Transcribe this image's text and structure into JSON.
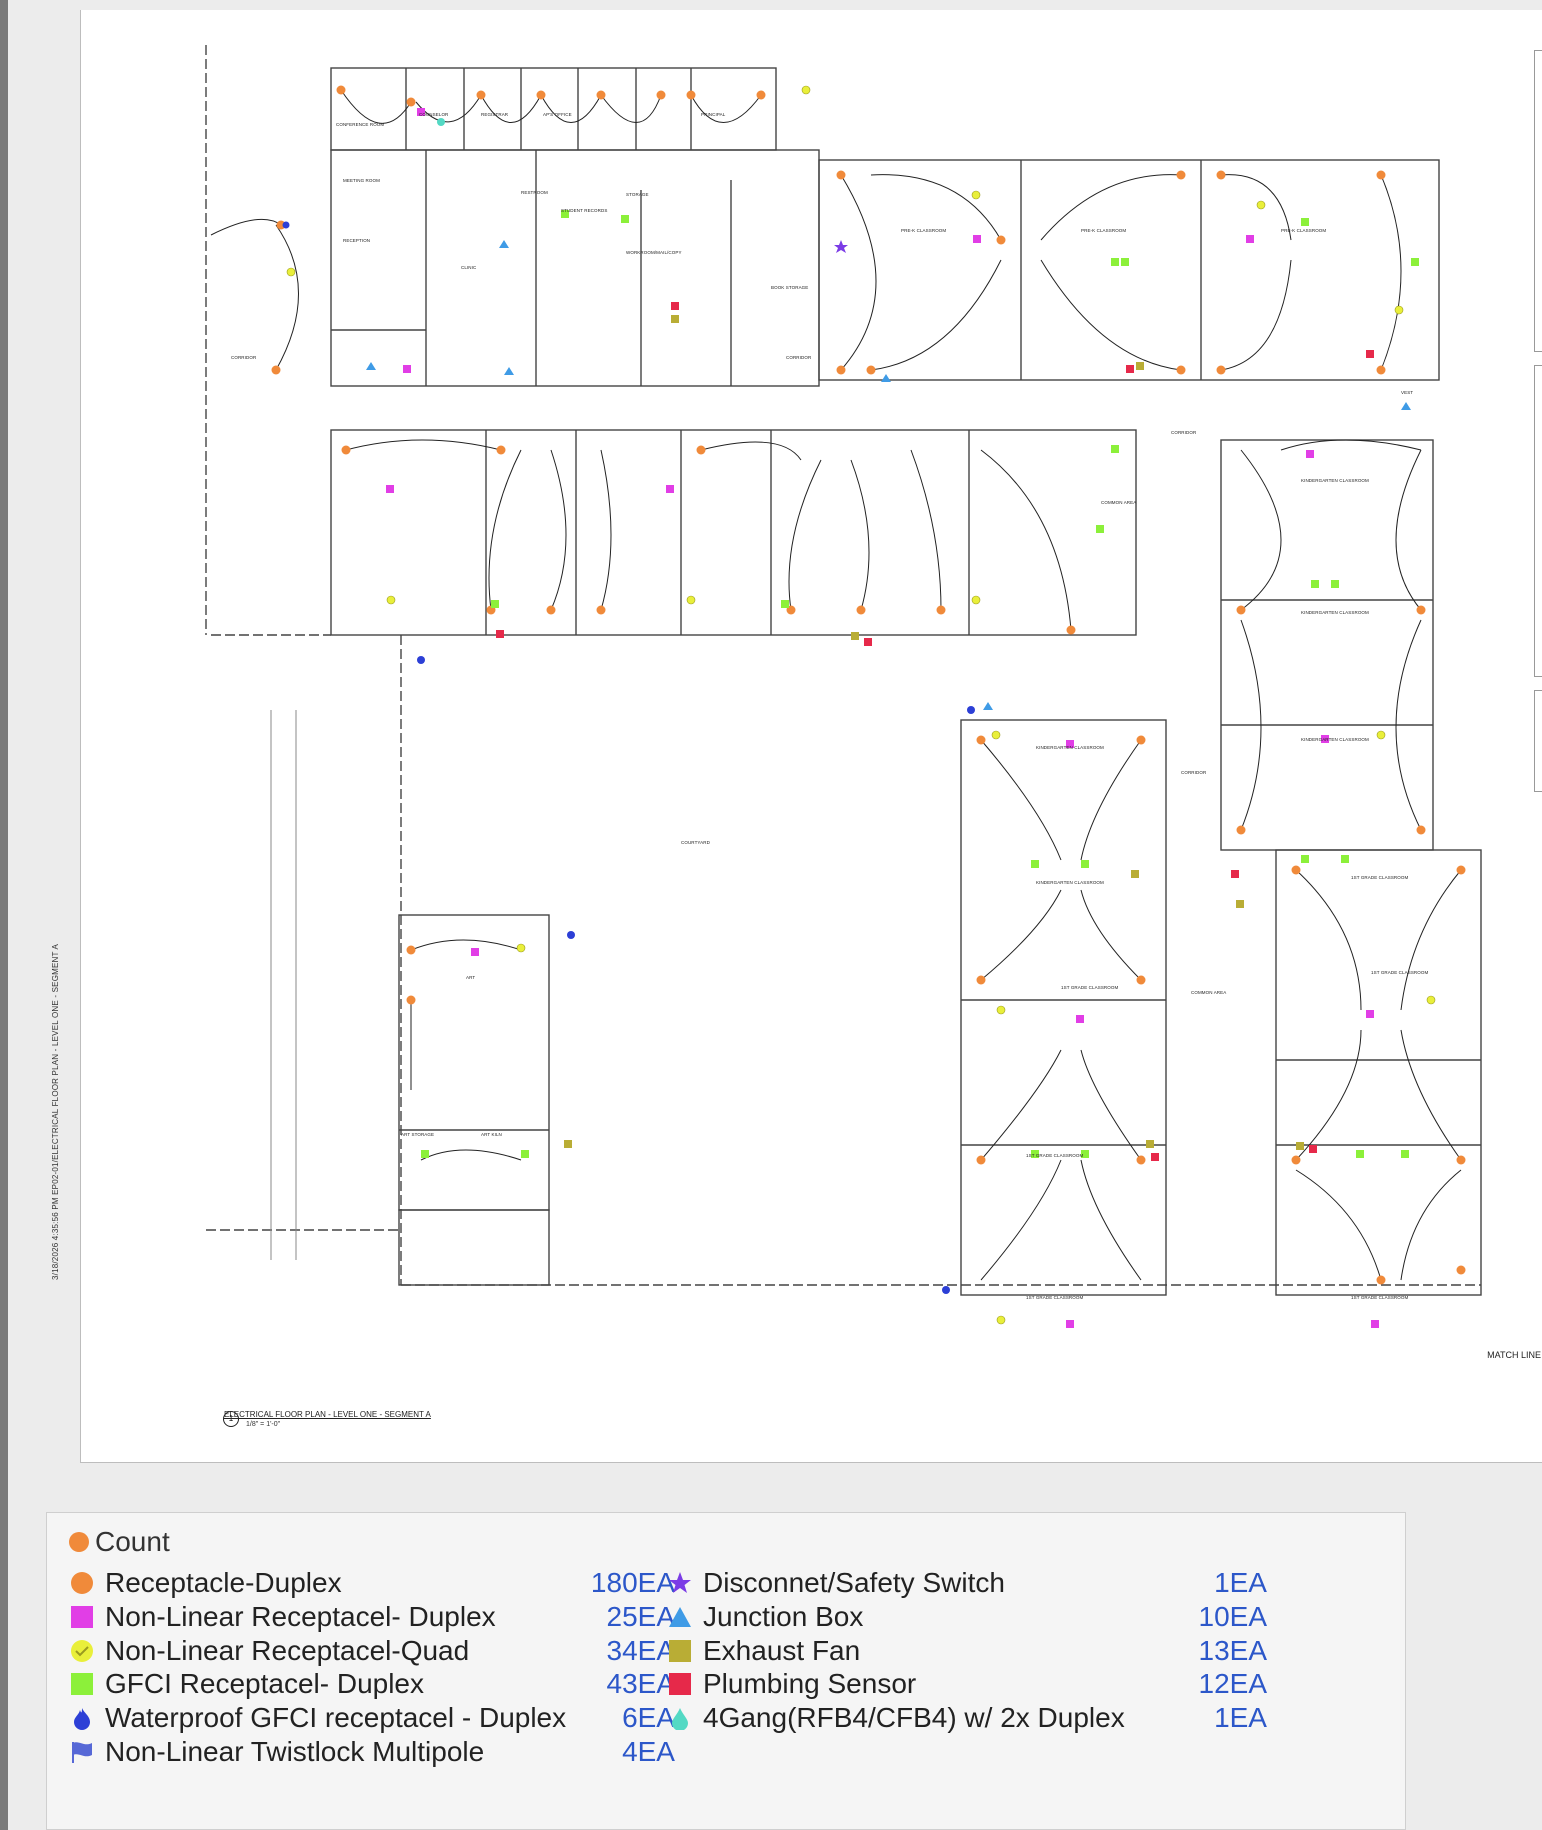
{
  "sheet": {
    "stamp": "3/18/2026 4:35:56 PM   EP02-01/ELECTRICAL FLOOR PLAN - LEVEL ONE - SEGMENT A",
    "plan_number": "1",
    "plan_title": "ELECTRICAL FLOOR PLAN - LEVEL ONE - SEGMENT A",
    "plan_scale": "1/8\" = 1'-0\"",
    "match_line": "MATCH LINE",
    "rooms": [
      {
        "label": "CONFERENCE ROOM",
        "k": "r1"
      },
      {
        "label": "COUNSELOR",
        "k": "r2"
      },
      {
        "label": "REGISTRAR",
        "k": "r3"
      },
      {
        "label": "AP'S OFFICE",
        "k": "r4"
      },
      {
        "label": "PRINCIPAL",
        "k": "r5"
      },
      {
        "label": "MEETING ROOM",
        "k": "r6"
      },
      {
        "label": "RECEPTION",
        "k": "r7"
      },
      {
        "label": "CORRIDOR",
        "k": "r8"
      },
      {
        "label": "CLINIC",
        "k": "r9"
      },
      {
        "label": "RESTROOM",
        "k": "r10"
      },
      {
        "label": "STORAGE",
        "k": "r11"
      },
      {
        "label": "STUDENT RECORDS",
        "k": "r12"
      },
      {
        "label": "WORKROOM/MAIL/COPY",
        "k": "r13"
      },
      {
        "label": "BOOK STORAGE",
        "k": "r14"
      },
      {
        "label": "PRE-K CLASSROOM",
        "k": "r15"
      },
      {
        "label": "PRE-K CLASSROOM",
        "k": "r16"
      },
      {
        "label": "PRE-K CLASSROOM",
        "k": "r17"
      },
      {
        "label": "CORRIDOR",
        "k": "r18"
      },
      {
        "label": "CORRIDOR",
        "k": "r19"
      },
      {
        "label": "VEST",
        "k": "r20"
      },
      {
        "label": "KINDERGARTEN CLASSROOM",
        "k": "r21"
      },
      {
        "label": "KINDERGARTEN CLASSROOM",
        "k": "r22"
      },
      {
        "label": "KINDERGARTEN CLASSROOM",
        "k": "r23"
      },
      {
        "label": "COMMON AREA",
        "k": "r24"
      },
      {
        "label": "COURTYARD",
        "k": "r25"
      },
      {
        "label": "KINDERGARTEN CLASSROOM",
        "k": "r26"
      },
      {
        "label": "KINDERGARTEN CLASSROOM",
        "k": "r27"
      },
      {
        "label": "CORRIDOR",
        "k": "r28"
      },
      {
        "label": "1ST GRADE CLASSROOM",
        "k": "r29"
      },
      {
        "label": "1ST GRADE CLASSROOM",
        "k": "r30"
      },
      {
        "label": "1ST GRADE CLASSROOM",
        "k": "r31"
      },
      {
        "label": "1ST GRADE CLASSROOM",
        "k": "r32"
      },
      {
        "label": "COMMON AREA",
        "k": "r33"
      },
      {
        "label": "ART",
        "k": "r34"
      },
      {
        "label": "ART STORAGE",
        "k": "r35"
      },
      {
        "label": "ART KILN",
        "k": "r36"
      },
      {
        "label": "1ST GRADE CLASSROOM",
        "k": "r37"
      },
      {
        "label": "1ST GRADE CLASSROOM",
        "k": "r38"
      }
    ]
  },
  "legend": {
    "header": "Count",
    "left": [
      {
        "label": "Receptacle-Duplex",
        "count": "180EA",
        "symbol": "orange-circle-icon",
        "color": "#f08a3a"
      },
      {
        "label": "Non-Linear Receptacel- Duplex",
        "count": "25EA",
        "symbol": "magenta-square-icon",
        "color": "#e13ee6"
      },
      {
        "label": "Non-Linear Receptacel-Quad",
        "count": "34EA",
        "symbol": "yellow-check-circle-icon",
        "color": "#e9ef3a"
      },
      {
        "label": "GFCI Receptacel- Duplex",
        "count": "43EA",
        "symbol": "green-square-icon",
        "color": "#8cf03a"
      },
      {
        "label": "Waterproof GFCI receptacel - Duplex",
        "count": "6EA",
        "symbol": "blue-flame-icon",
        "color": "#2c3fd6"
      },
      {
        "label": "Non-Linear Twistlock  Multipole",
        "count": "4EA",
        "symbol": "blue-flag-icon",
        "color": "#5668d6"
      }
    ],
    "right": [
      {
        "label": "Disconnet/Safety Switch",
        "count": "1EA",
        "symbol": "purple-star-icon",
        "color": "#7b3ce6"
      },
      {
        "label": "Junction Box",
        "count": "10EA",
        "symbol": "blue-triangle-icon",
        "color": "#3f9be6"
      },
      {
        "label": "Exhaust Fan",
        "count": "13EA",
        "symbol": "olive-square-icon",
        "color": "#b9ad35"
      },
      {
        "label": "Plumbing Sensor",
        "count": "12EA",
        "symbol": "red-square-icon",
        "color": "#e6294a"
      },
      {
        "label": "4Gang(RFB4/CFB4) w/ 2x Duplex",
        "count": "1EA",
        "symbol": "teal-drop-icon",
        "color": "#53d9c4"
      }
    ]
  }
}
